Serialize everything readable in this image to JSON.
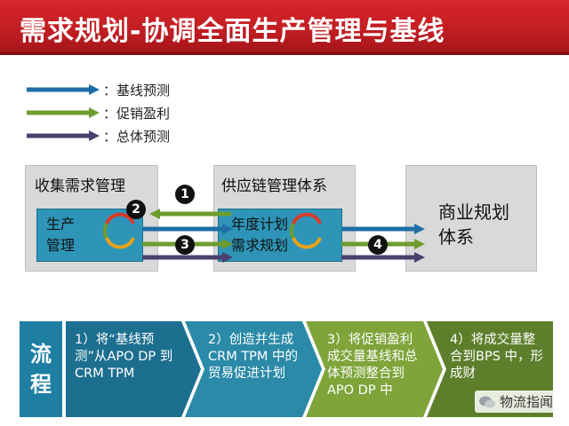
{
  "title": "需求规划-协调全面生产管理与基线",
  "legend": [
    {
      "label": "：基线预测",
      "color": "#1f6fa6"
    },
    {
      "label": "：促销盈利",
      "color": "#6e9c2e"
    },
    {
      "label": "：总体预测",
      "color": "#4b3f6e"
    }
  ],
  "boxes": {
    "collect": {
      "label": "收集需求管理",
      "inner": [
        "生产",
        "管理"
      ]
    },
    "supply": {
      "label": "供应链管理体系",
      "inner": [
        "年度计划",
        "需求规划"
      ]
    },
    "business": {
      "label": "商业规划体系"
    }
  },
  "numbers": [
    "1",
    "2",
    "3",
    "4"
  ],
  "flow": {
    "label": [
      "流",
      "程"
    ],
    "steps": [
      {
        "text": "1）将“基线预测”从APO DP 到 CRM TPM",
        "color": "#1d6f8f"
      },
      {
        "text": "2）创造并生成CRM TPM 中的贸易促进计划",
        "color": "#2a8aa8"
      },
      {
        "text": "3）将促销盈利成交量基线和总体预测整合到APO DP 中",
        "color": "#7ea43a"
      },
      {
        "text": "4）将成交量整合到BPS 中，形成财",
        "color": "#5d7f2c"
      }
    ]
  },
  "watermark": "物流指闻",
  "colors": {
    "title_bg": "#c8232a",
    "baseline": "#1f6fa6",
    "promo": "#6e9c2e",
    "total": "#4b3f6e"
  }
}
